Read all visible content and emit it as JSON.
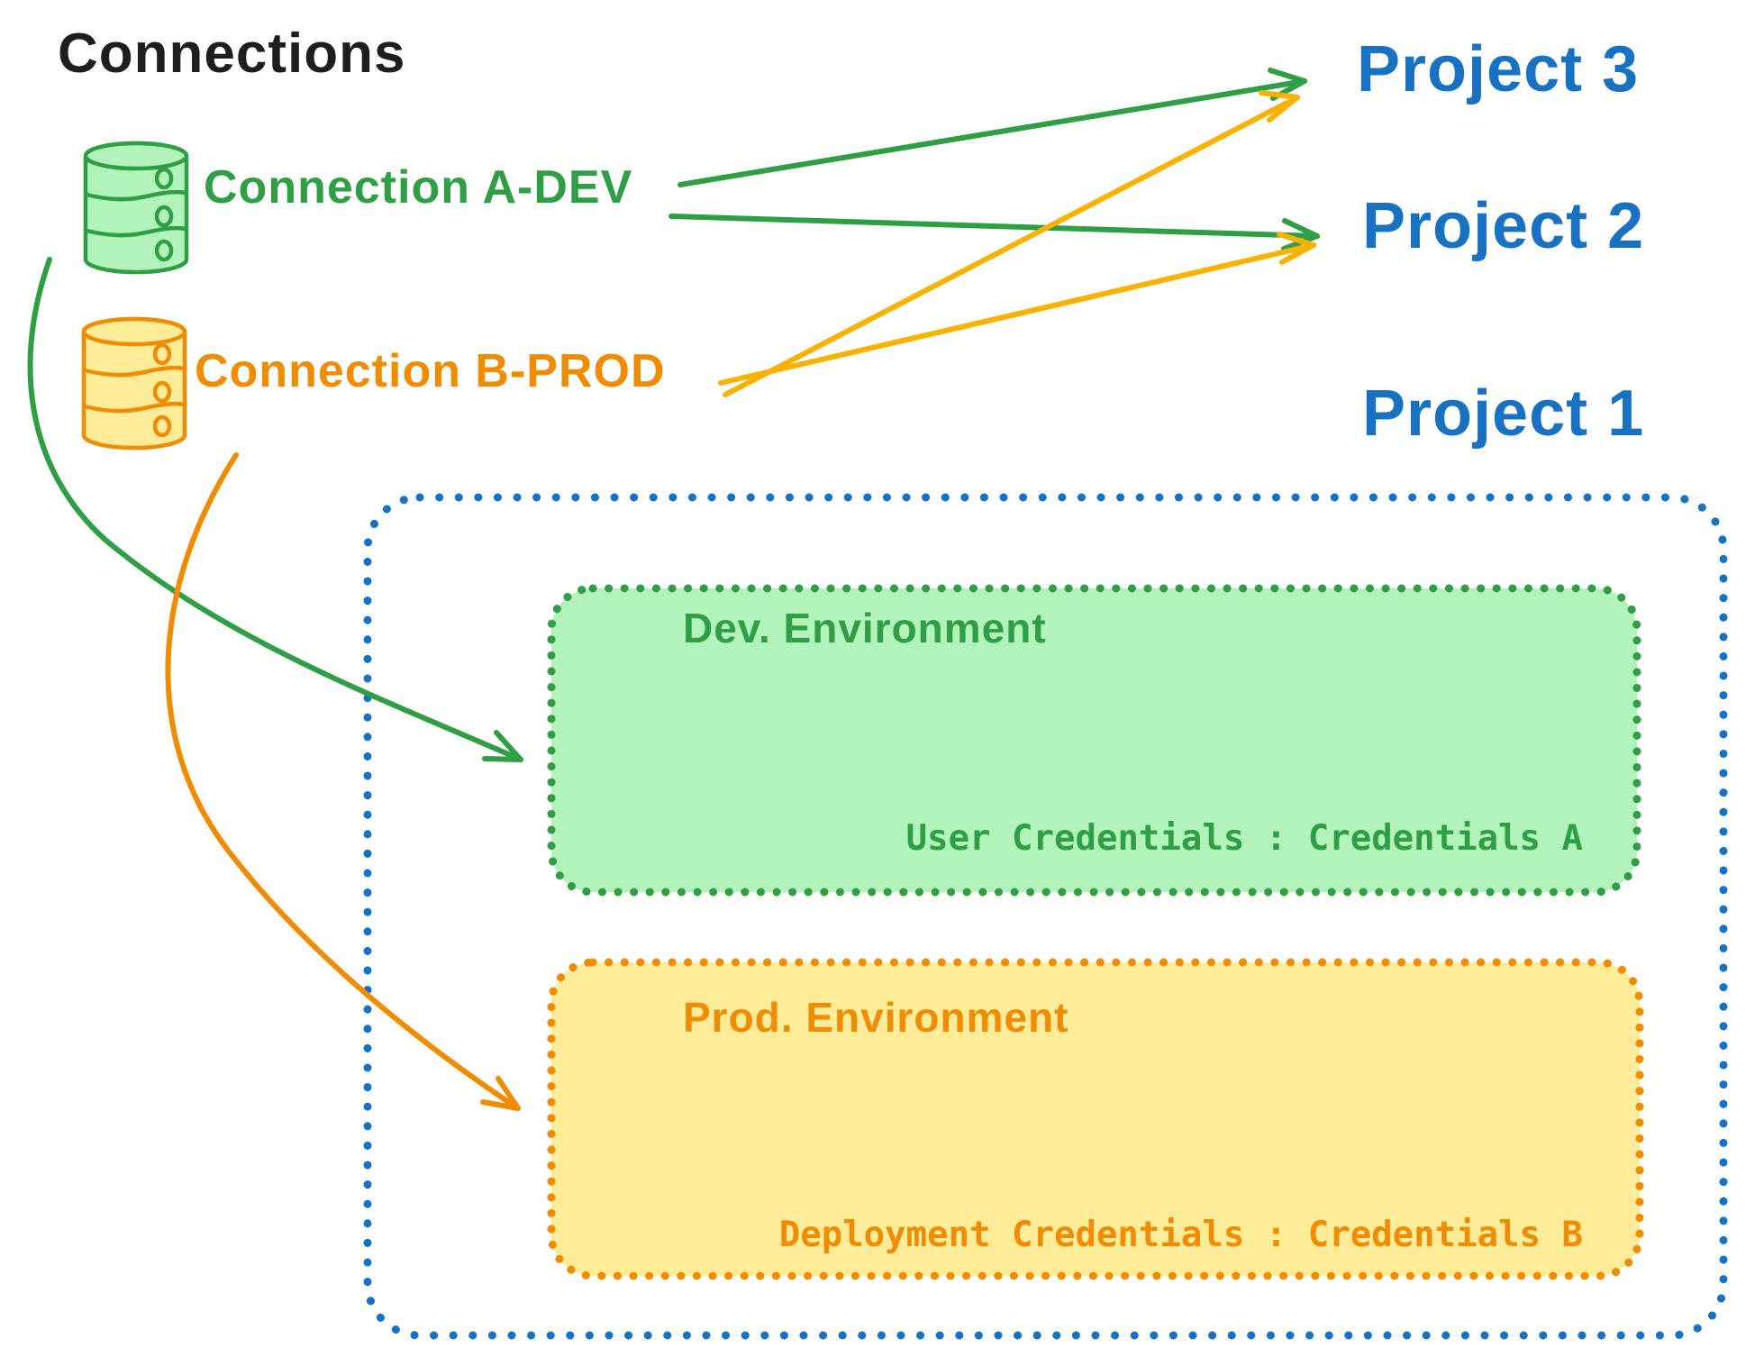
{
  "title": "Connections",
  "colors": {
    "ink": "#1e1e1e",
    "green": "#2f9e44",
    "green_fill": "#b2f2bb",
    "orange": "#f08c00",
    "orange_fill": "#ffec99",
    "blue": "#1971c2"
  },
  "connections": {
    "a_dev": {
      "label": "Connection A-DEV",
      "icon": "database-cylinder-green",
      "arrow_targets": [
        "Project 3",
        "Project 2",
        "Dev. Environment"
      ]
    },
    "b_prod": {
      "label": "Connection B-PROD",
      "icon": "database-cylinder-orange",
      "arrow_targets": [
        "Project 3",
        "Project 2",
        "Prod. Environment"
      ]
    }
  },
  "projects": {
    "p3": {
      "label": "Project 3"
    },
    "p2": {
      "label": "Project 2"
    },
    "p1": {
      "label": "Project 1"
    }
  },
  "environments": {
    "dev": {
      "title": "Dev. Environment",
      "credentials": "User Credentials : Credentials A"
    },
    "prod": {
      "title": "Prod. Environment",
      "credentials": "Deployment Credentials : Credentials B"
    }
  }
}
